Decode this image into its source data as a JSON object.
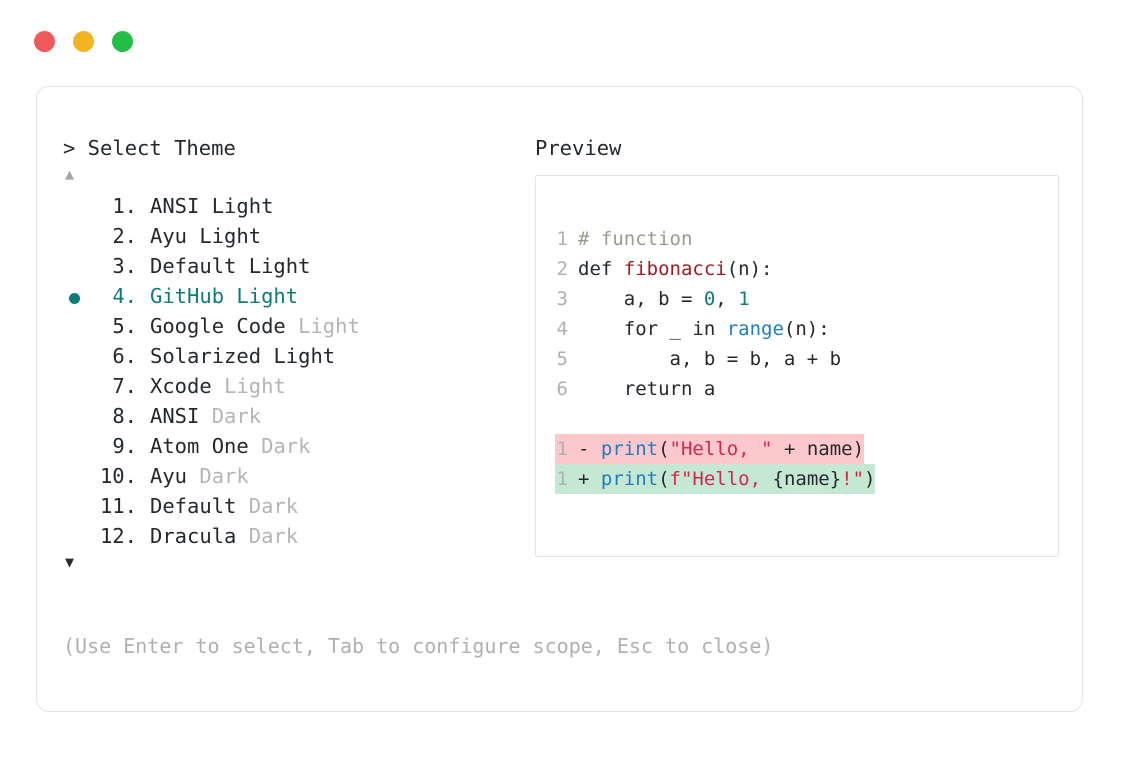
{
  "window": {
    "dots": [
      {
        "name": "close",
        "color": "#F1585A"
      },
      {
        "name": "minimize",
        "color": "#F5B324"
      },
      {
        "name": "maximize",
        "color": "#23BE45"
      }
    ]
  },
  "prompt": {
    "title": "> Select Theme",
    "scroll_up": "▲",
    "scroll_down": "▼",
    "hint": "(Use Enter to select, Tab to configure scope, Esc to close)"
  },
  "preview": {
    "label": "Preview"
  },
  "themes": [
    {
      "index": "1.",
      "name": "ANSI",
      "suffix": "Light",
      "suffix_muted": false,
      "selected": false
    },
    {
      "index": "2.",
      "name": "Ayu",
      "suffix": "Light",
      "suffix_muted": false,
      "selected": false
    },
    {
      "index": "3.",
      "name": "Default",
      "suffix": "Light",
      "suffix_muted": false,
      "selected": false
    },
    {
      "index": "4.",
      "name": "GitHub",
      "suffix": "Light",
      "suffix_muted": false,
      "selected": true
    },
    {
      "index": "5.",
      "name": "Google Code",
      "suffix": "Light",
      "suffix_muted": true,
      "selected": false
    },
    {
      "index": "6.",
      "name": "Solarized",
      "suffix": "Light",
      "suffix_muted": false,
      "selected": false
    },
    {
      "index": "7.",
      "name": "Xcode",
      "suffix": "Light",
      "suffix_muted": true,
      "selected": false
    },
    {
      "index": "8.",
      "name": "ANSI",
      "suffix": "Dark",
      "suffix_muted": true,
      "selected": false
    },
    {
      "index": "9.",
      "name": "Atom One",
      "suffix": "Dark",
      "suffix_muted": true,
      "selected": false
    },
    {
      "index": "10.",
      "name": "Ayu",
      "suffix": "Dark",
      "suffix_muted": true,
      "selected": false
    },
    {
      "index": "11.",
      "name": "Default",
      "suffix": "Dark",
      "suffix_muted": true,
      "selected": false
    },
    {
      "index": "12.",
      "name": "Dracula",
      "suffix": "Dark",
      "suffix_muted": true,
      "selected": false
    }
  ],
  "code": {
    "lines": [
      {
        "num": "1",
        "tokens": [
          {
            "t": "# function",
            "c": "comment"
          }
        ]
      },
      {
        "num": "2",
        "tokens": [
          {
            "t": "def ",
            "c": "plain"
          },
          {
            "t": "fibonacci",
            "c": "func"
          },
          {
            "t": "(n):",
            "c": "plain"
          }
        ]
      },
      {
        "num": "3",
        "tokens": [
          {
            "t": "    a, b = ",
            "c": "plain"
          },
          {
            "t": "0",
            "c": "num"
          },
          {
            "t": ", ",
            "c": "plain"
          },
          {
            "t": "1",
            "c": "num"
          }
        ]
      },
      {
        "num": "4",
        "tokens": [
          {
            "t": "    for _ in ",
            "c": "plain"
          },
          {
            "t": "range",
            "c": "builtin"
          },
          {
            "t": "(n):",
            "c": "plain"
          }
        ]
      },
      {
        "num": "5",
        "tokens": [
          {
            "t": "        a, b = b, a + b",
            "c": "plain"
          }
        ]
      },
      {
        "num": "6",
        "tokens": [
          {
            "t": "    return a",
            "c": "plain"
          }
        ]
      }
    ],
    "diff": [
      {
        "num": "1",
        "kind": "del",
        "tokens": [
          {
            "t": "- ",
            "c": "marker"
          },
          {
            "t": "print",
            "c": "builtin"
          },
          {
            "t": "(",
            "c": "plain"
          },
          {
            "t": "\"Hello, \"",
            "c": "str"
          },
          {
            "t": " + name)",
            "c": "plain"
          }
        ]
      },
      {
        "num": "1",
        "kind": "add",
        "tokens": [
          {
            "t": "+ ",
            "c": "marker"
          },
          {
            "t": "print",
            "c": "builtin"
          },
          {
            "t": "(",
            "c": "plain"
          },
          {
            "t": "f\"Hello, ",
            "c": "str"
          },
          {
            "t": "{name}",
            "c": "plain"
          },
          {
            "t": "!\"",
            "c": "str"
          },
          {
            "t": ")",
            "c": "plain"
          }
        ]
      }
    ]
  },
  "colors": {
    "accent_teal": "#0E7C7B",
    "text": "#24292E",
    "muted": "#B5B5B5",
    "border": "#E3E3E5",
    "diff_del_bg": "#FBC8CC",
    "diff_add_bg": "#C5E8D3"
  }
}
